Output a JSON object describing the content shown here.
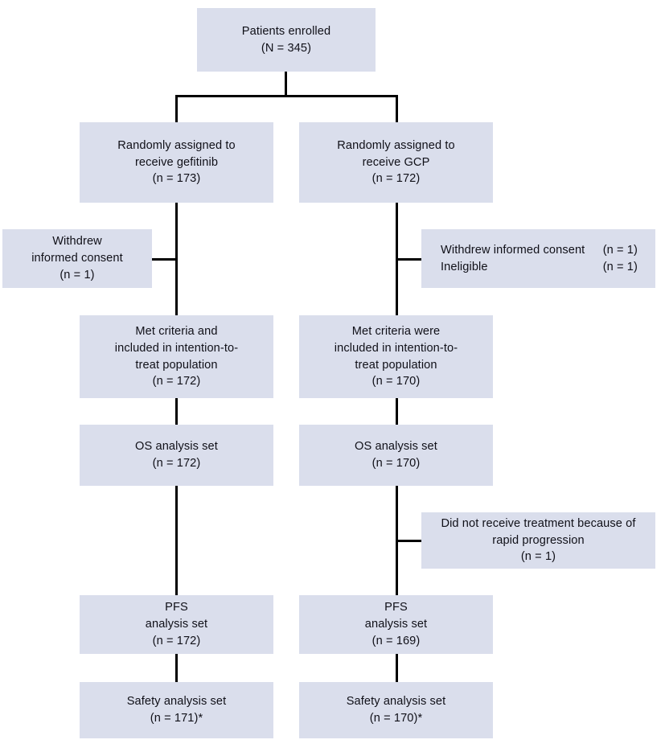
{
  "diagram": {
    "type": "consort-flow-diagram",
    "title": "Patient enrollment and analysis flow",
    "box_fill": "#dadeec",
    "connector_color": "#000000",
    "background": "#ffffff"
  },
  "nodes": {
    "enrolled": {
      "line1": "Patients enrolled",
      "line2": "(N = 345)"
    },
    "assign_gefitinib": {
      "line1": "Randomly assigned to",
      "line2": "receive gefitinib",
      "line3": "(n = 173)"
    },
    "assign_gcp": {
      "line1": "Randomly assigned to",
      "line2": "receive GCP",
      "line3": "(n = 172)"
    },
    "withdrew_left": {
      "line1": "Withdrew",
      "line2": "informed consent",
      "line3": "(n = 1)"
    },
    "excluded_right": {
      "row1_label": "Withdrew informed consent",
      "row1_count": "(n = 1)",
      "row2_label": "Ineligible",
      "row2_count": "(n = 1)"
    },
    "itt_left": {
      "line1": "Met criteria and",
      "line2": "included in intention-to-",
      "line3": "treat population",
      "line4": "(n = 172)"
    },
    "itt_right": {
      "line1": "Met criteria were",
      "line2": "included in intention-to-",
      "line3": "treat population",
      "line4": "(n = 170)"
    },
    "os_left": {
      "line1": "OS analysis set",
      "line2": "(n = 172)"
    },
    "os_right": {
      "line1": "OS analysis set",
      "line2": "(n = 170)"
    },
    "no_treatment_right": {
      "line1": "Did not receive treatment because of",
      "line2": "rapid progression",
      "line3": "(n = 1)"
    },
    "pfs_left": {
      "line1": "PFS",
      "line2": "analysis set",
      "line3": "(n = 172)"
    },
    "pfs_right": {
      "line1": "PFS",
      "line2": "analysis set",
      "line3": "(n = 169)"
    },
    "safety_left": {
      "line1": "Safety analysis set",
      "line2": "(n = 171)*"
    },
    "safety_right": {
      "line1": "Safety analysis set",
      "line2": "(n = 170)*"
    }
  }
}
